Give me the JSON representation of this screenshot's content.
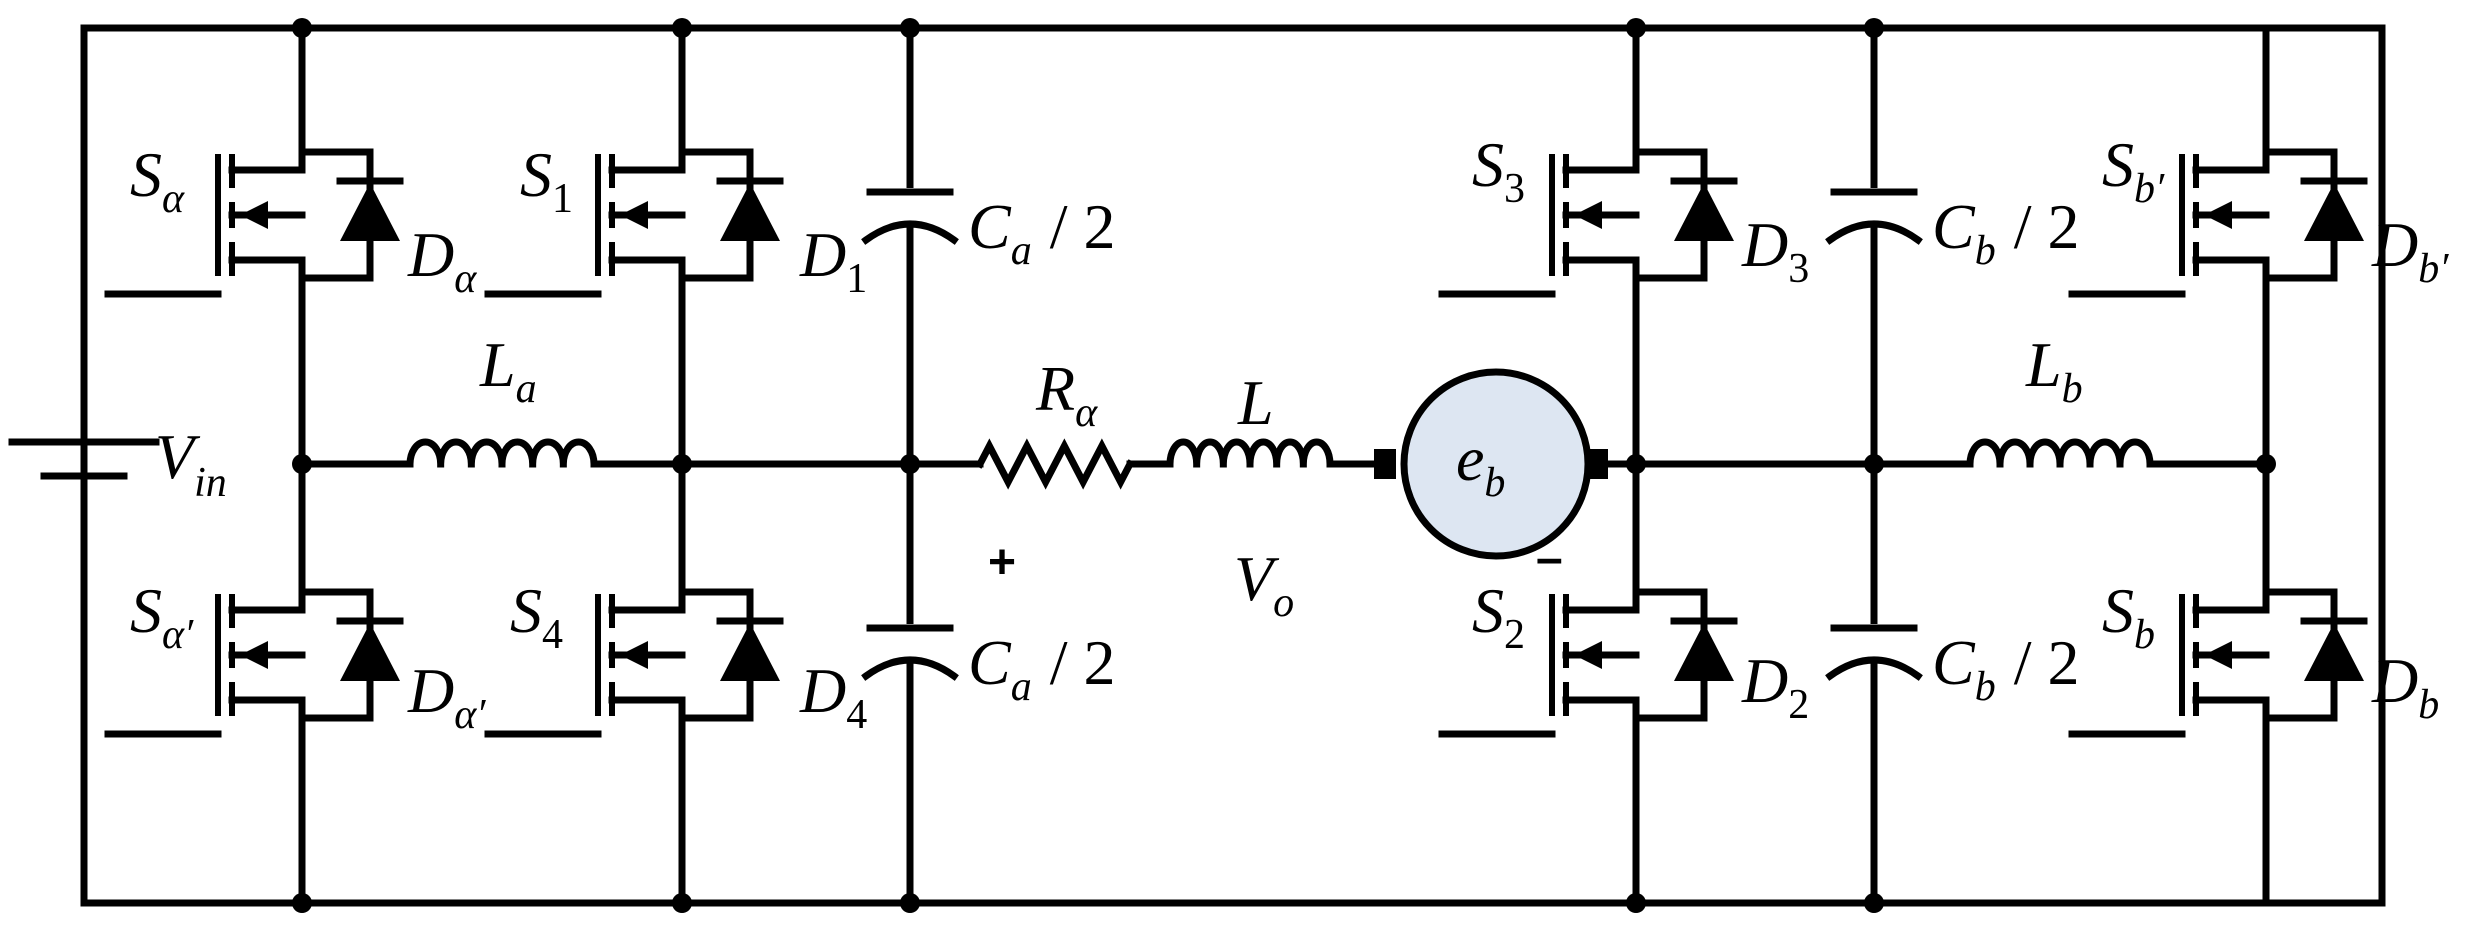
{
  "colors": {
    "wire": "#000000",
    "motor_fill": "#dde6f2"
  },
  "source": {
    "name": "V",
    "sub": "in"
  },
  "switches": [
    {
      "name": "S",
      "sub": "α",
      "diode_name": "D",
      "diode_sub": "α"
    },
    {
      "name": "S",
      "sub": "1",
      "diode_name": "D",
      "diode_sub": "1"
    },
    {
      "name": "S",
      "sub": "α′",
      "diode_name": "D",
      "diode_sub": "α′"
    },
    {
      "name": "S",
      "sub": "4",
      "diode_name": "D",
      "diode_sub": "4"
    },
    {
      "name": "S",
      "sub": "3",
      "diode_name": "D",
      "diode_sub": "3"
    },
    {
      "name": "S",
      "sub": "b′",
      "diode_name": "D",
      "diode_sub": "b′"
    },
    {
      "name": "S",
      "sub": "2",
      "diode_name": "D",
      "diode_sub": "2"
    },
    {
      "name": "S",
      "sub": "b",
      "diode_name": "D",
      "diode_sub": "b"
    }
  ],
  "inductors": [
    {
      "name": "L",
      "sub": "a"
    },
    {
      "name": "L",
      "sub": ""
    },
    {
      "name": "L",
      "sub": "b"
    }
  ],
  "capacitors": [
    {
      "name": "C",
      "sub": "a",
      "suffix": "/ 2"
    },
    {
      "name": "C",
      "sub": "a",
      "suffix": "/ 2"
    },
    {
      "name": "C",
      "sub": "b",
      "suffix": "/ 2"
    },
    {
      "name": "C",
      "sub": "b",
      "suffix": "/ 2"
    }
  ],
  "resistor": {
    "name": "R",
    "sub": "α"
  },
  "motor": {
    "name": "e",
    "sub": "b"
  },
  "output": {
    "name": "V",
    "sub": "o",
    "plus": "+",
    "minus": "–"
  }
}
